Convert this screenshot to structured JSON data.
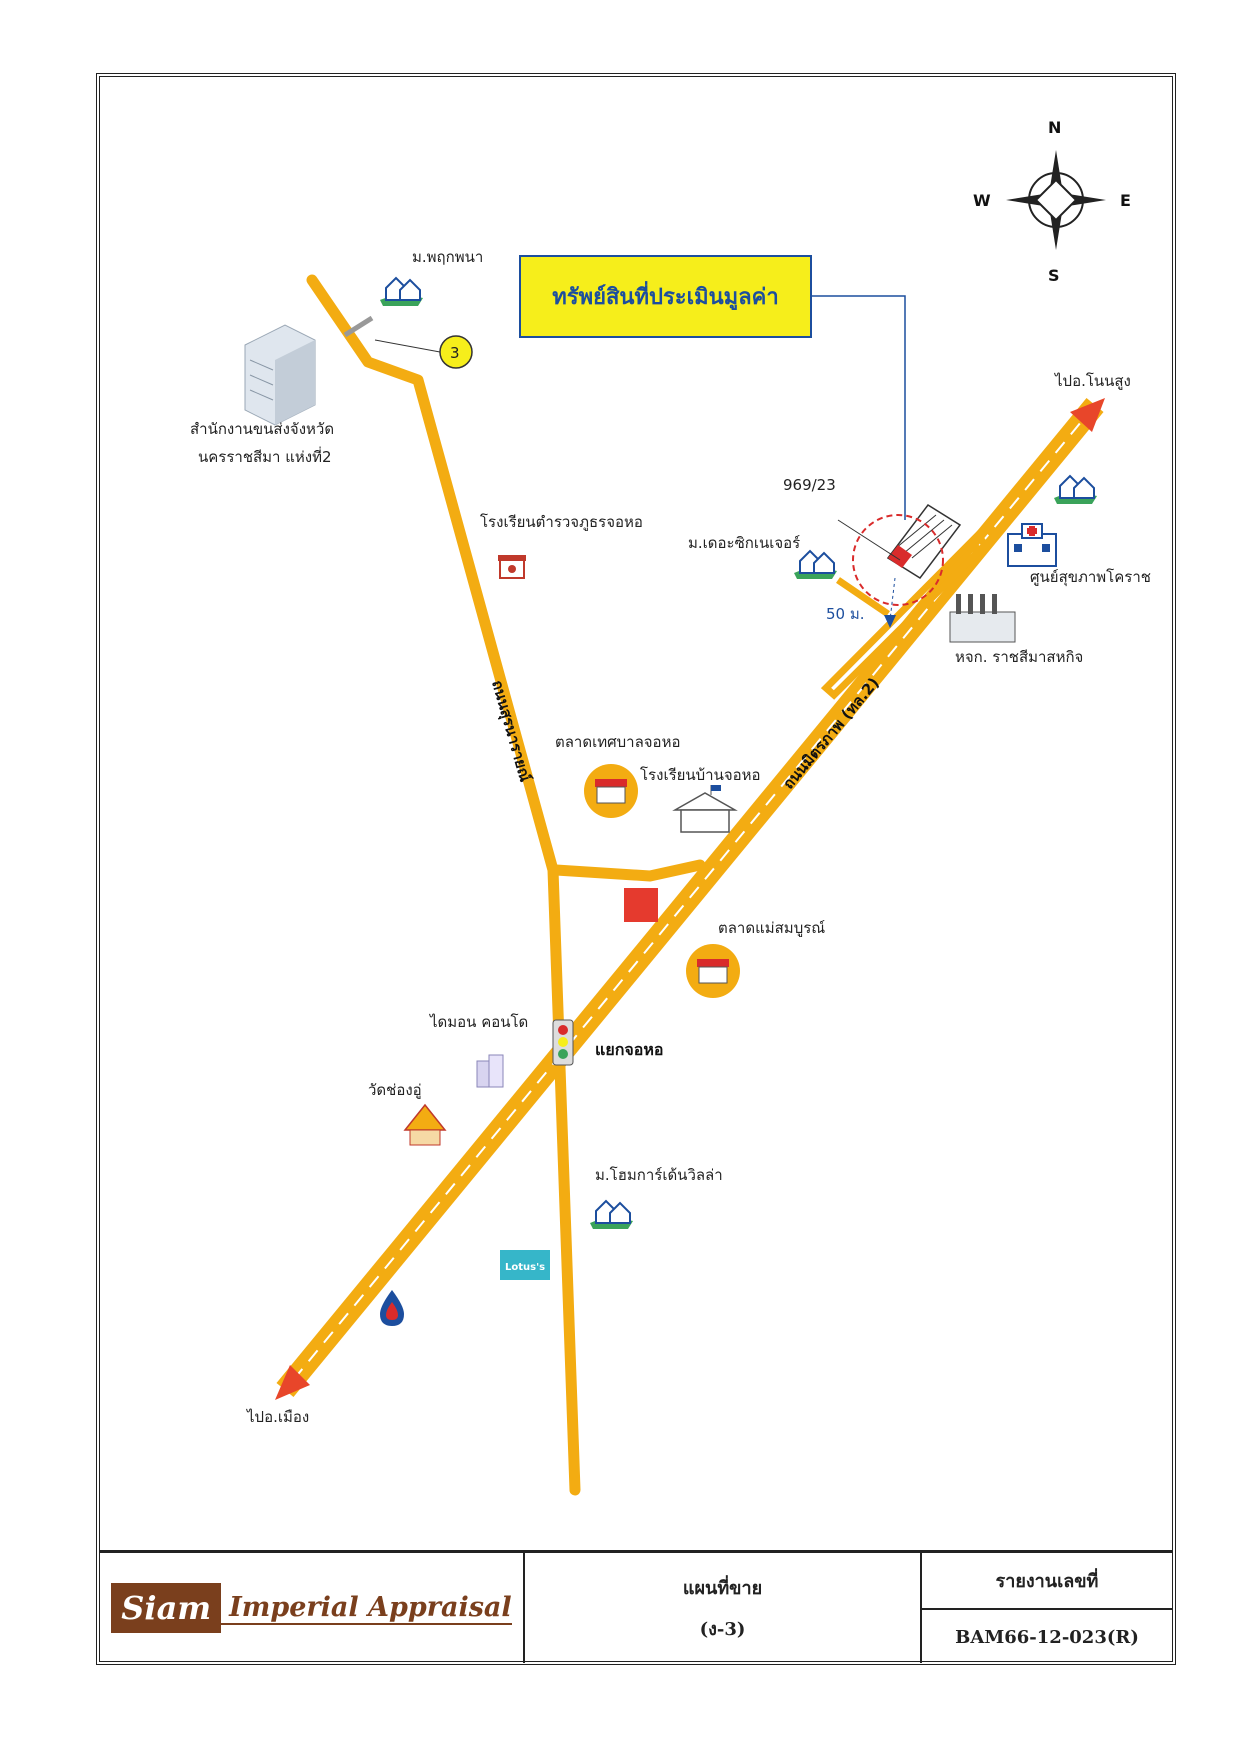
{
  "compass": {
    "north": "N",
    "south": "S",
    "east": "E",
    "west": "W"
  },
  "title_box": "ทรัพย์สินที่ประเมินมูลค่า",
  "labels": {
    "village_pruekphana": "ม.พฤกพนา",
    "route_number": "3",
    "transport_office_line1": "สำนักงานขนส่งจังหวัด",
    "transport_office_line2": "นครราชสีมา แห่งที่2",
    "police_school": "โรงเรียนตำรวจภูธรจอหอ",
    "to_non_sung": "ไปอ.โนนสูง",
    "plot_number": "969/23",
    "village_the_signature": "ม.เดอะซิกเนเจอร์",
    "distance": "50 ม.",
    "health_center": "ศูนย์สุขภาพโคราช",
    "factory": "หจก. ราชสีมาสหกิจ",
    "road_suranarai": "ถนนสุรนารายณ์",
    "road_mittraphap": "ถนนมิตรภาพ (ทล.2)",
    "municipal_market": "ตลาดเทศบาลจอหอ",
    "ban_cho_ho_school": "โรงเรียนบ้านจอหอ",
    "mae_somboon_market": "ตลาดแม่สมบูรณ์",
    "diamond_condo": "ไดมอน คอนโด",
    "intersection": "แยกจอหอ",
    "wat_chong_u": "วัดช่องอู่",
    "village_home_garden": "ม.โฮมการ์เด้นวิลล่า",
    "lotus": "Lotus's",
    "to_mueang": "ไปอ.เมือง"
  },
  "footer": {
    "logo_siam": "Siam",
    "logo_text": "Imperial Appraisal",
    "map_type": "แผนที่ขาย",
    "map_code": "(ง-3)",
    "report_label": "รายงานเลขที่",
    "report_number": "BAM66-12-023(R)"
  },
  "colors": {
    "road": "#f3ac12",
    "title_bg": "#f6ee1b",
    "title_text": "#1c4e9e",
    "arrow": "#e8462a"
  }
}
